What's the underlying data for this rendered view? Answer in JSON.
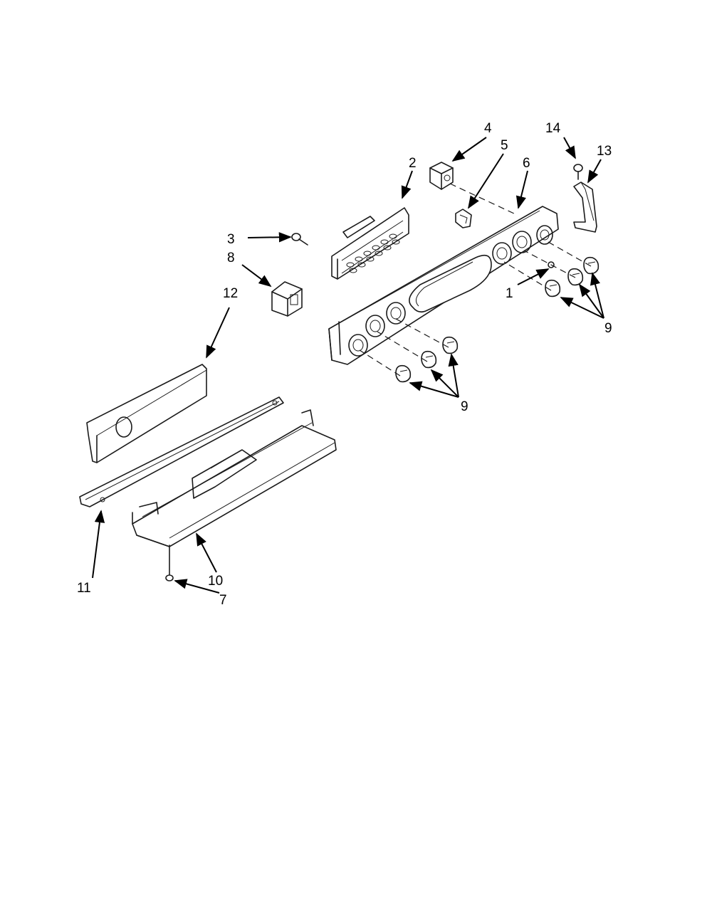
{
  "labels": {
    "l1": "1",
    "l2": "2",
    "l3": "3",
    "l4": "4",
    "l5": "5",
    "l6": "6",
    "l7": "7",
    "l8": "8",
    "l9a": "9",
    "l9b": "9",
    "l10": "10",
    "l11": "11",
    "l12": "12",
    "l13": "13",
    "l14": "14"
  }
}
